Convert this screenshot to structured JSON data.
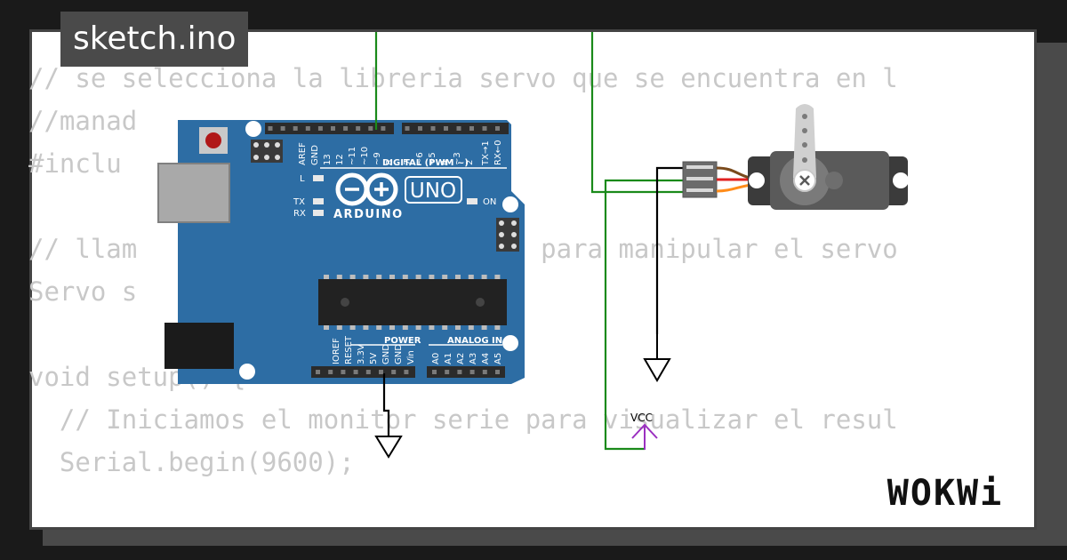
{
  "header": {
    "title": "sketch.ino"
  },
  "code_lines": [
    "// se selecciona la libreria servo que se encuentra en l",
    "//manad",
    "#inclu",
    "",
    "// llam                    Motor para manipular el servo",
    "Servo s",
    "",
    "void setup() {",
    "  // Iniciamos el monitor serie para visualizar el resul",
    "  Serial.begin(9600);"
  ],
  "brand": {
    "logo": "WOKWi"
  },
  "arduino": {
    "name": "ARDUINO",
    "model": "UNO",
    "digital_label": "DIGITAL (PWM ~)",
    "power_label": "POWER",
    "analog_label": "ANALOG IN",
    "on_label": "ON",
    "led_labels": [
      "L",
      "TX",
      "RX"
    ],
    "digital_pins": [
      "AREF",
      "GND",
      "13",
      "12",
      "~11",
      "~10",
      "~9",
      "8",
      "7",
      "~6",
      "~5",
      "4",
      "~3",
      "2",
      "TX→1",
      "RX←0"
    ],
    "power_pins": [
      "IOREF",
      "RESET",
      "3.3V",
      "5V",
      "GND",
      "GND",
      "Vin"
    ],
    "analog_pins": [
      "A0",
      "A1",
      "A2",
      "A3",
      "A4",
      "A5"
    ]
  },
  "vcc": {
    "label": "VCC"
  },
  "colors": {
    "board": "#2d6da4",
    "wire_green": "#1a8a1a",
    "wire_black": "#000000",
    "vcc_purple": "#9b30c0",
    "code_text": "#c8c8c8"
  },
  "icons": [
    "ground-symbol",
    "vcc-symbol",
    "servo-motor",
    "arduino-board"
  ]
}
